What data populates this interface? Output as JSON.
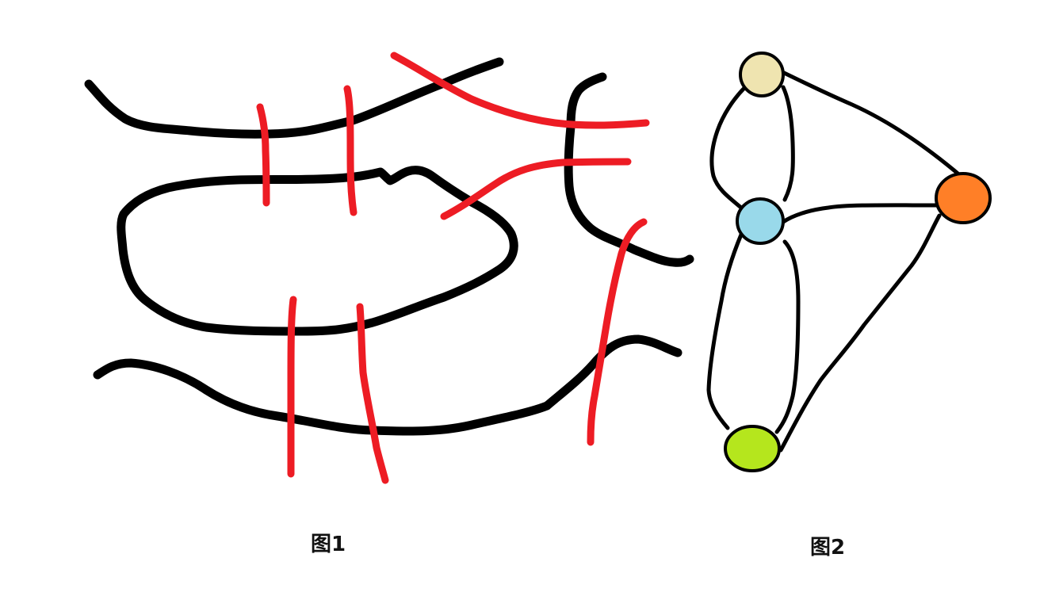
{
  "figure1": {
    "caption": "图1",
    "river_color": "#000000",
    "bridge_color": "#ed1c24",
    "bridge_count": 7
  },
  "figure2": {
    "caption": "图2",
    "edge_color": "#000000",
    "nodes": [
      {
        "id": "top",
        "color": "#efe4b0"
      },
      {
        "id": "middle",
        "color": "#99d9ea"
      },
      {
        "id": "right",
        "color": "#ff7f27"
      },
      {
        "id": "bottom",
        "color": "#b5e61d"
      }
    ],
    "edge_count": 7
  }
}
